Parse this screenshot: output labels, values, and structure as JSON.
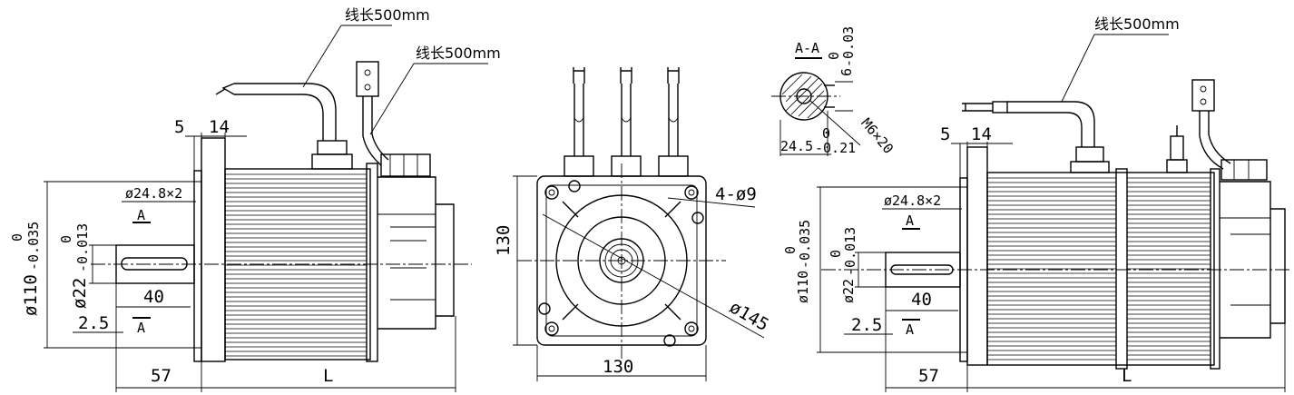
{
  "side_view_left": {
    "cable_note": "线长500mm",
    "encoder_cable_note": "线长500mm",
    "dim_5": "5",
    "dim_14": "14",
    "dim_hole": "ø24.8×2",
    "section_a": "A",
    "dim_110": "ø110",
    "tol_110_upper": "0",
    "tol_110_lower": "-0.035",
    "dim_22": "ø22",
    "tol_22_upper": "0",
    "tol_22_lower": "-0.013",
    "dim_40": "40",
    "dim_2_5": "2.5",
    "dim_57": "57",
    "dim_L": "L"
  },
  "front_view": {
    "dim_130_vertical": "130",
    "dim_130_horizontal": "130",
    "dim_holes": "4-ø9",
    "dim_145": "ø145"
  },
  "section_view": {
    "title": "A-A",
    "dim_6": "6",
    "tol_6_upper": "0",
    "tol_6_lower": "-0.03",
    "dim_24_5": "24.5",
    "tol_24_5_upper": "0",
    "tol_24_5_lower": "-0.21",
    "thread": "M6×20"
  },
  "side_view_right": {
    "cable_note": "线长500mm",
    "dim_5": "5",
    "dim_14": "14",
    "dim_hole": "ø24.8×2",
    "section_a": "A",
    "dim_110": "ø110",
    "tol_110_upper": "0",
    "tol_110_lower": "-0.035",
    "dim_22": "ø22",
    "tol_22_upper": "0",
    "tol_22_lower": "-0.013",
    "dim_40": "40",
    "dim_2_5": "2.5",
    "dim_57": "57",
    "dim_L": "L"
  }
}
